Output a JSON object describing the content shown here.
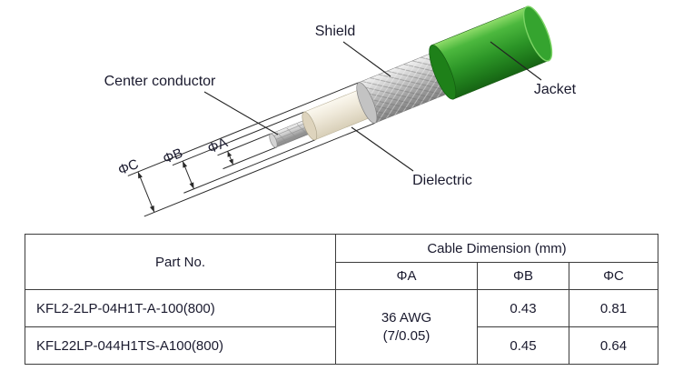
{
  "diagram": {
    "labels": {
      "shield": "Shield",
      "center_conductor": "Center conductor",
      "jacket": "Jacket",
      "dielectric": "Dielectric"
    },
    "dims": {
      "a": "ΦA",
      "b": "ΦB",
      "c": "ΦC"
    }
  },
  "table": {
    "headers": {
      "part_no": "Part No.",
      "cable_dimension": "Cable Dimension (mm)",
      "phi_a": "ΦA",
      "phi_b": "ΦB",
      "phi_c": "ΦC"
    },
    "shared_phi_a": "36 AWG\n(7/0.05)",
    "rows": [
      {
        "part_no": "KFL2-2LP-04H1T-A-100(800)",
        "phi_b": "0.43",
        "phi_c": "0.81"
      },
      {
        "part_no": "KFL22LP-044H1TS-A100(800)",
        "phi_b": "0.45",
        "phi_c": "0.64"
      }
    ]
  },
  "colors": {
    "jacket_green": "#2f9e2b",
    "shield_gray": "#b5b5b5",
    "dielectric_cream": "#efe8d8",
    "text": "#1a1a2e"
  }
}
